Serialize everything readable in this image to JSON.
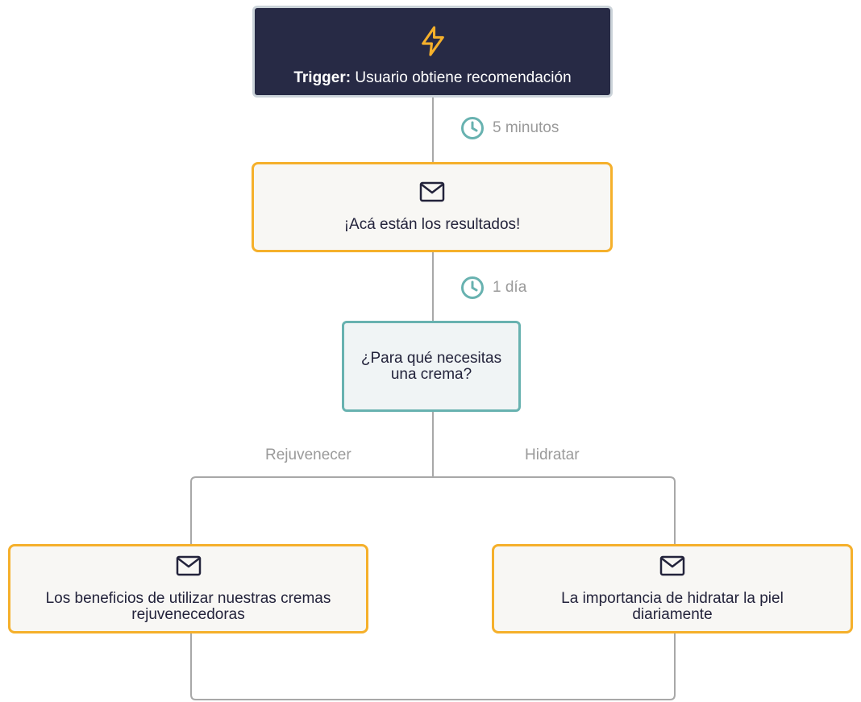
{
  "trigger": {
    "prefix": "Trigger:",
    "text": " Usuario obtiene recomendación",
    "icon": "lightning-icon"
  },
  "delays": [
    {
      "label": "5 minutos",
      "icon": "clock-icon"
    },
    {
      "label": "1 día",
      "icon": "clock-icon"
    }
  ],
  "emails": [
    {
      "title": "¡Acá están los resultados!",
      "icon": "envelope-icon"
    },
    {
      "title": "Los beneficios de utilizar nuestras cremas rejuvenecedoras",
      "icon": "envelope-icon"
    },
    {
      "title": "La importancia de hidratar la piel diariamente",
      "icon": "envelope-icon"
    }
  ],
  "question": {
    "text": "¿Para qué necesitas una crema?"
  },
  "branches": [
    {
      "label": "Rejuvenecer"
    },
    {
      "label": "Hidratar"
    }
  ],
  "colors": {
    "trigger_bg": "#272a45",
    "email_border": "#f5b02b",
    "question_border": "#68b2b0",
    "clock": "#68b2b0",
    "line": "#a8a8a8"
  }
}
